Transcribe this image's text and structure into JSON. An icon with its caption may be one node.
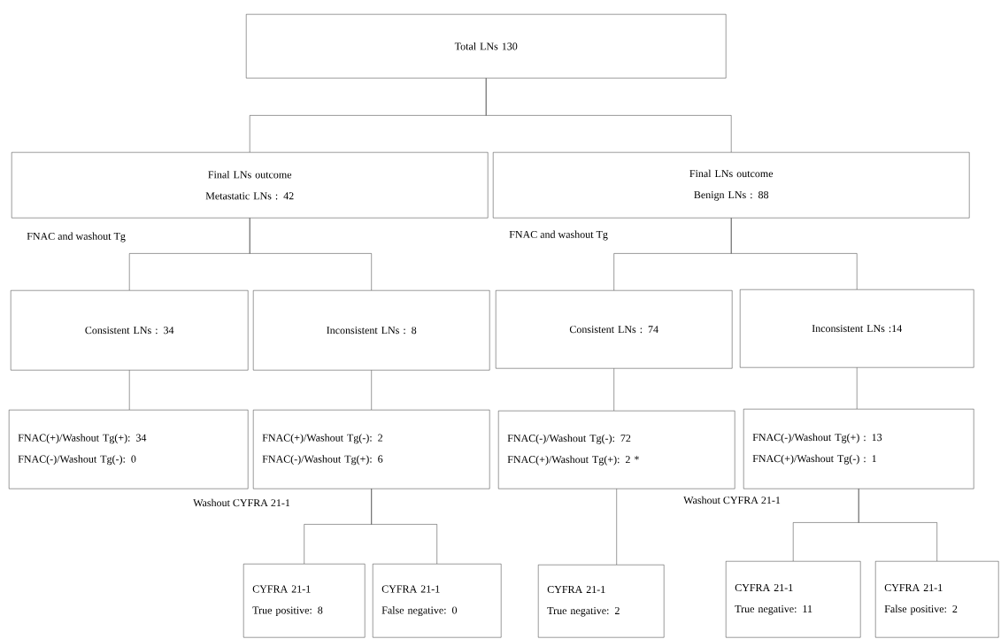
{
  "diagram": {
    "nodes": [
      {
        "text": [
          "Total LNs 130"
        ]
      },
      {
        "text": [
          "Final LNs outcome",
          "Metastatic LNs : 42"
        ]
      },
      {
        "text": [
          "Final LNs outcome",
          "Benign LNs : 88"
        ]
      },
      {
        "text": [
          "Consistent LNs : 34"
        ]
      },
      {
        "text": [
          "Inconsistent LNs : 8"
        ]
      },
      {
        "text": [
          "Consistent LNs : 74"
        ]
      },
      {
        "text": [
          "Inconsistent LNs :14"
        ]
      },
      {
        "text": [
          "FNAC(+)/Washout Tg(+): 34",
          "FNAC(-)/Washout Tg(-): 0"
        ]
      },
      {
        "text": [
          "FNAC(+)/Washout Tg(-): 2",
          "FNAC(-)/Washout Tg(+): 6"
        ]
      },
      {
        "text": [
          "FNAC(-)/Washout Tg(-): 72",
          "FNAC(+)/Washout Tg(+): 2 *"
        ]
      },
      {
        "text": [
          "FNAC(-)/Washout Tg(+) : 13",
          "FNAC(+)/Washout Tg(-) : 1"
        ]
      },
      {
        "text": [
          "CYFRA 21-1",
          "True positive: 8"
        ]
      },
      {
        "text": [
          "CYFRA 21-1",
          "False negative: 0"
        ]
      },
      {
        "text": [
          "CYFRA 21-1",
          "True negative: 2"
        ]
      },
      {
        "text": [
          "CYFRA 21-1",
          "True negative: 11"
        ]
      },
      {
        "text": [
          "CYFRA 21-1",
          "False positive: 2"
        ]
      }
    ],
    "edges": [
      {
        "from": 0,
        "to": 1,
        "arrow": "none"
      },
      {
        "from": 0,
        "to": 2,
        "arrow": "none"
      },
      {
        "from": 1,
        "to": 3,
        "arrow": "none"
      },
      {
        "from": 1,
        "to": 4,
        "arrow": "none"
      },
      {
        "from": 2,
        "to": 5,
        "arrow": "none"
      },
      {
        "from": 2,
        "to": 6,
        "arrow": "none"
      },
      {
        "from": 3,
        "to": 7,
        "arrow": "none"
      },
      {
        "from": 4,
        "to": 8,
        "arrow": "none"
      },
      {
        "from": 5,
        "to": 9,
        "arrow": "none"
      },
      {
        "from": 6,
        "to": 10,
        "arrow": "none"
      },
      {
        "from": 8,
        "to": 11,
        "arrow": "none"
      },
      {
        "from": 8,
        "to": 12,
        "arrow": "none"
      },
      {
        "from": 9,
        "to": 13,
        "arrow": "none"
      },
      {
        "from": 10,
        "to": 14,
        "arrow": "none"
      },
      {
        "from": 10,
        "to": 15,
        "arrow": "none"
      }
    ],
    "labels": [
      "FNAC and washout Tg",
      "FNAC and washout Tg",
      "Washout CYFRA 21-1",
      "Washout CYFRA 21-1"
    ]
  }
}
